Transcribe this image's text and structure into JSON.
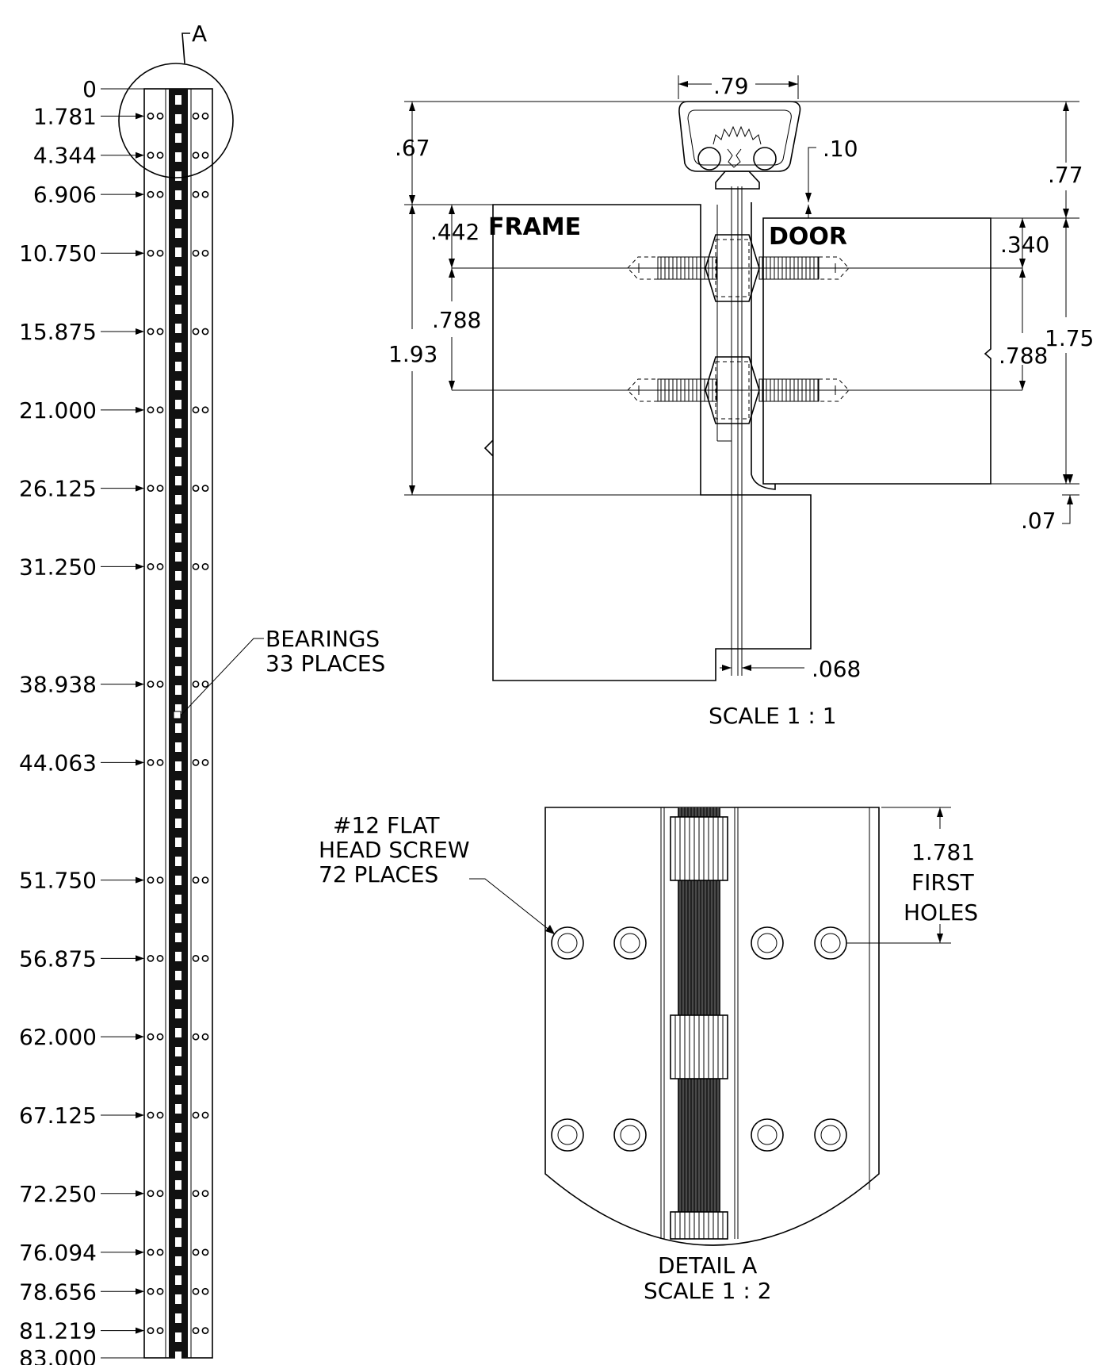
{
  "strip_view": {
    "detail_callout": "A",
    "positions": [
      "0",
      "1.781",
      "4.344",
      "6.906",
      "10.750",
      "15.875",
      "21.000",
      "26.125",
      "31.250",
      "38.938",
      "44.063",
      "51.750",
      "56.875",
      "62.000",
      "67.125",
      "72.250",
      "76.094",
      "78.656",
      "81.219",
      "83.000"
    ],
    "bearing_note": [
      "BEARINGS",
      "33 PLACES"
    ]
  },
  "section_view": {
    "frame_label": "FRAME",
    "door_label": "DOOR",
    "dim_width_top": ".79",
    "dim_top_offset": ".67",
    "dim_gap": ".10",
    "dim_top_right": ".77",
    "dim_frame_first_hole": ".442",
    "dim_door_first_hole": ".340",
    "dim_frame_spacing": ".788",
    "dim_door_spacing": ".788",
    "dim_frame_height": "1.93",
    "dim_door_height": "1.75",
    "dim_bottom_offset": ".07",
    "dim_clearance": ".068",
    "scale": "SCALE 1 : 1"
  },
  "detail_view": {
    "screw_note": [
      "#12 FLAT",
      "HEAD SCREW",
      "72 PLACES"
    ],
    "first_holes_note": [
      "1.781",
      "FIRST",
      "HOLES"
    ],
    "title": "DETAIL A",
    "scale": "SCALE 1 : 2"
  }
}
